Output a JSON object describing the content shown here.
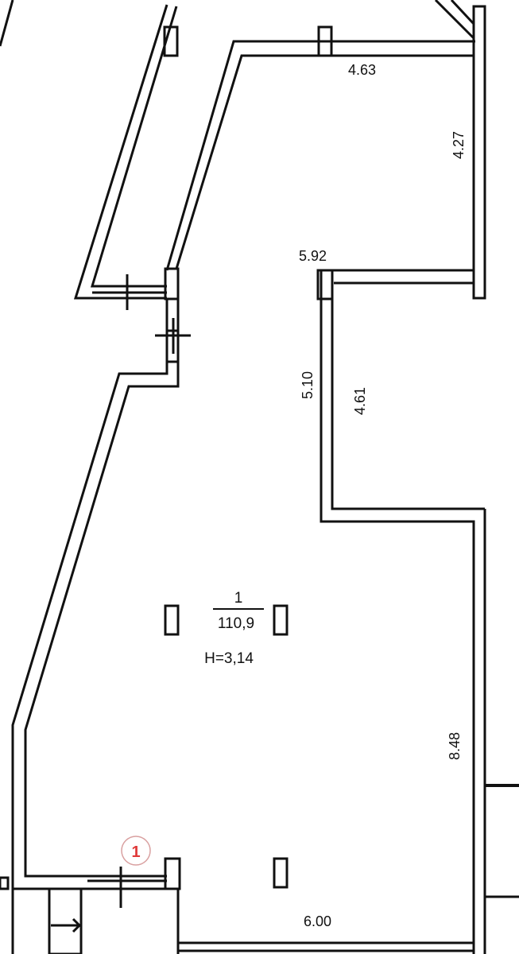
{
  "dimensions": {
    "top_width": "4.63",
    "right_upper": "4.27",
    "notch_width": "5.92",
    "notch_outer": "5.10",
    "notch_inner": "4.61",
    "right_lower": "8.48",
    "bottom_width": "6.00"
  },
  "room": {
    "number": "1",
    "area": "110,9",
    "height": "H=3,14"
  },
  "marker": {
    "label": "1",
    "color": "#e03a3a"
  },
  "colors": {
    "line": "#111111",
    "background": "#ffffff"
  }
}
